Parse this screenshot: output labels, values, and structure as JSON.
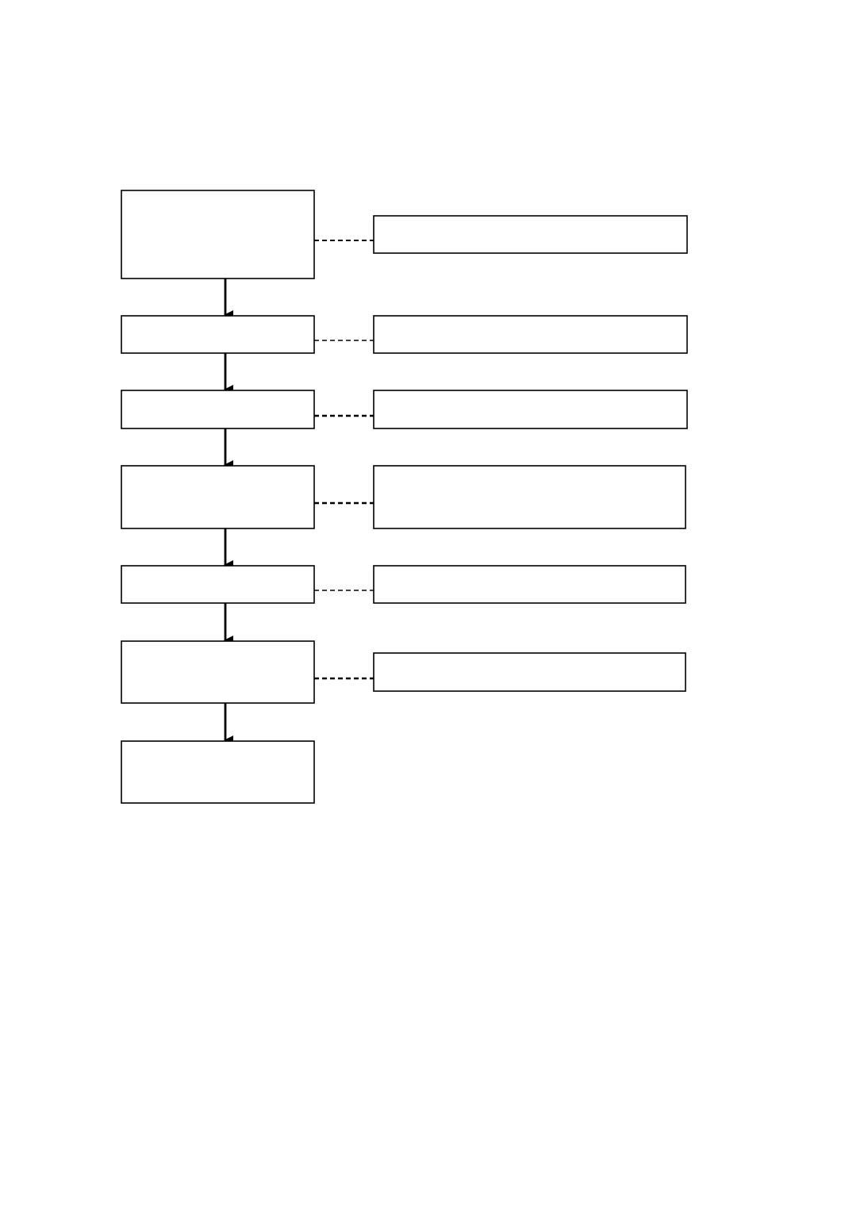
{
  "colors": {
    "background": "#ffffff",
    "stroke": "#000000"
  },
  "diagram": {
    "steps": [
      {
        "id": "step-1",
        "label": "",
        "note": ""
      },
      {
        "id": "step-2",
        "label": "",
        "note": ""
      },
      {
        "id": "step-3",
        "label": "",
        "note": ""
      },
      {
        "id": "step-4",
        "label": "",
        "note": ""
      },
      {
        "id": "step-5",
        "label": "",
        "note": ""
      },
      {
        "id": "step-6",
        "label": "",
        "note": ""
      },
      {
        "id": "step-7",
        "label": ""
      }
    ]
  }
}
